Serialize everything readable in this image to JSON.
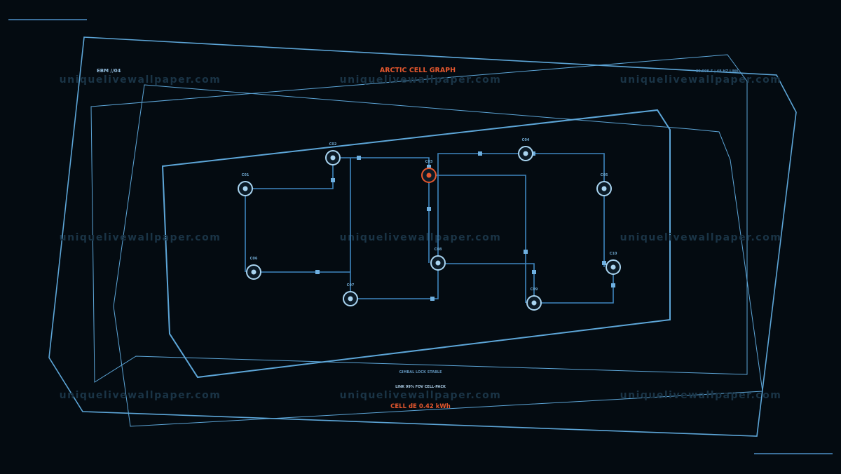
{
  "header": {
    "left_tag": "EBM //04",
    "title": "ARCTIC CELL GRAPH",
    "right_tag": "09.999 5 | 48 HZ LINK"
  },
  "footer": {
    "status": "GIMBAL LOCK STABLE",
    "link": "LINK 99%  FOV CELL-PACK",
    "energy": "CELL dE  0.42 kWh"
  },
  "watermark": "uniquelivewallpaper.com",
  "colors": {
    "accent": "#e4572e",
    "line": "#3f86bf",
    "frame": "#5da6d8",
    "node": "#a9d4f0",
    "panel": "#0b1a26",
    "background": "#040b11"
  },
  "nodes": [
    {
      "id": "C01",
      "label": "C01",
      "state": "normal"
    },
    {
      "id": "C02",
      "label": "C02",
      "state": "normal"
    },
    {
      "id": "C03",
      "label": "C03",
      "state": "alert"
    },
    {
      "id": "C04",
      "label": "C04",
      "state": "normal"
    },
    {
      "id": "C05",
      "label": "C05",
      "state": "normal"
    },
    {
      "id": "C06",
      "label": "C06",
      "state": "normal"
    },
    {
      "id": "C07",
      "label": "C07",
      "state": "normal"
    },
    {
      "id": "C08",
      "label": "C08",
      "state": "normal"
    },
    {
      "id": "C09",
      "label": "C09",
      "state": "normal"
    },
    {
      "id": "C10",
      "label": "C10",
      "state": "normal"
    }
  ]
}
